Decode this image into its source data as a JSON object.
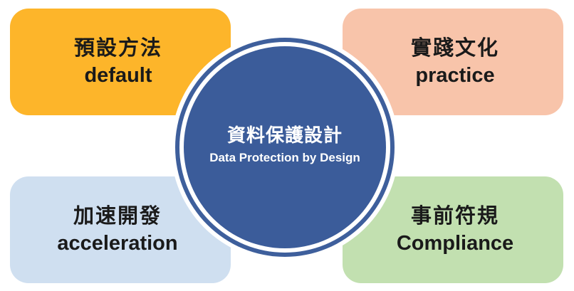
{
  "diagram": {
    "center": {
      "title_zh": "資料保護設計",
      "title_en": "Data Protection by Design",
      "color": "#3B5C9A"
    },
    "boxes": [
      {
        "id": "top-left",
        "zh": "預設方法",
        "en": "default",
        "color": "#FDB52A"
      },
      {
        "id": "top-right",
        "zh": "實踐文化",
        "en": "practice",
        "color": "#F8C4AA"
      },
      {
        "id": "bottom-left",
        "zh": "加速開發",
        "en": "acceleration",
        "color": "#CFDFF0"
      },
      {
        "id": "bottom-right",
        "zh": "事前符規",
        "en": "Compliance",
        "color": "#C2E0B0"
      }
    ]
  }
}
